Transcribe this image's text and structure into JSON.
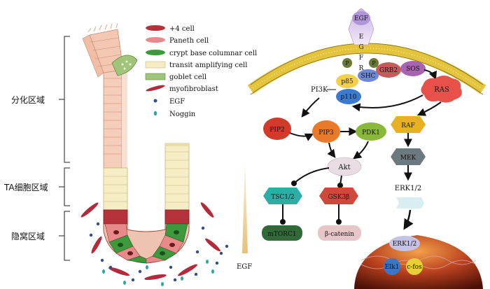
{
  "legend": [
    {
      "label": "+4 cell",
      "color": "#b5323a"
    },
    {
      "label": "Paneth cell",
      "color": "#e88a8a"
    },
    {
      "label": "crypt base columnar cell",
      "color": "#3c9a3c"
    },
    {
      "label": "transit amplifying cell",
      "color": "#f6edc4"
    },
    {
      "label": "goblet cell",
      "color": "#9fc47a"
    },
    {
      "label": "myofibroblast",
      "color": "#b52a3a"
    },
    {
      "label": "EGF",
      "color": "#2f4f88"
    },
    {
      "label": "Noggin",
      "color": "#2aa7a5"
    }
  ],
  "regions": {
    "differentiation": "分化区域",
    "ta": "TA细胞区域",
    "crypt": "隐窝区域"
  },
  "gradient_label": "EGF",
  "pathway": {
    "egf": "EGF",
    "egfr_letters": [
      "E",
      "G",
      "F",
      "R"
    ],
    "p1": "P",
    "p2": "P",
    "shc": "SHC",
    "grb2": "GRB2",
    "sos": "SOS",
    "ras": "RAS",
    "raf": "RAF",
    "mek": "MEK",
    "erk_cyto": "ERK1/2",
    "pi3k": "PI3K",
    "p85": "p85",
    "p110": "p110",
    "pip2": "PIP2",
    "pip3": "PIP3",
    "pdk1": "PDK1",
    "akt": "Akt",
    "tsc": "TSC1/2",
    "gsk": "GSK3β",
    "mtorc1": "mTORC1",
    "bcatenin": "β-catenin",
    "erk_nuc": "ERK1/2",
    "elk1": "Elk1",
    "cfos": "c-fos"
  }
}
